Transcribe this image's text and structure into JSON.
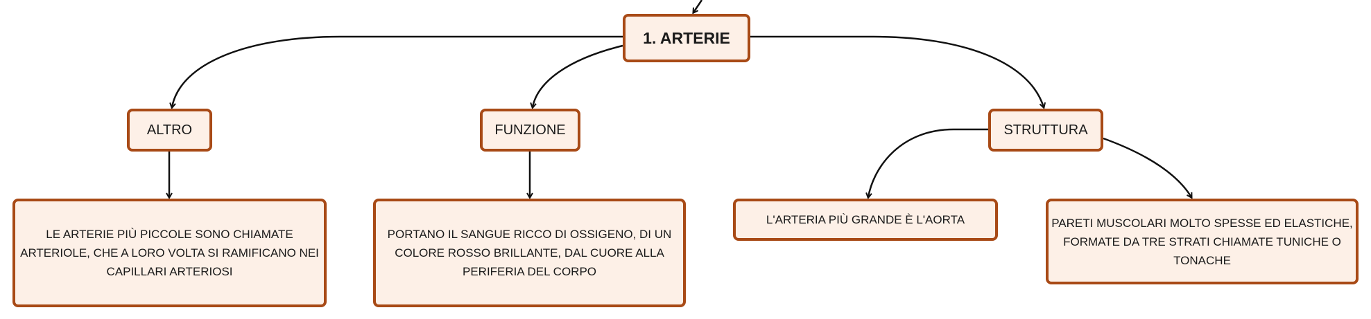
{
  "diagram": {
    "root": {
      "label": "1. ARTERIE"
    },
    "branches": [
      {
        "label": "ALTRO",
        "children": [
          "LE ARTERIE PIÙ PICCOLE SONO CHIAMATE ARTERIOLE, CHE A LORO VOLTA SI RAMIFICANO NEI CAPILLARI ARTERIOSI"
        ]
      },
      {
        "label": "FUNZIONE",
        "children": [
          "PORTANO IL SANGUE RICCO DI OSSIGENO, DI UN COLORE ROSSO BRILLANTE, DAL CUORE ALLA PERIFERIA DEL CORPO"
        ]
      },
      {
        "label": "STRUTTURA",
        "children": [
          "L'ARTERIA PIÙ GRANDE È L'AORTA",
          "PARETI MUSCOLARI MOLTO SPESSE ED ELASTICHE, FORMATE DA TRE STRATI CHIAMATE TUNICHE O TONACHE"
        ]
      }
    ]
  },
  "colors": {
    "node_fill": "#fdf0e7",
    "node_border": "#a84a16",
    "connector": "#111111",
    "text": "#1a1a1a"
  }
}
